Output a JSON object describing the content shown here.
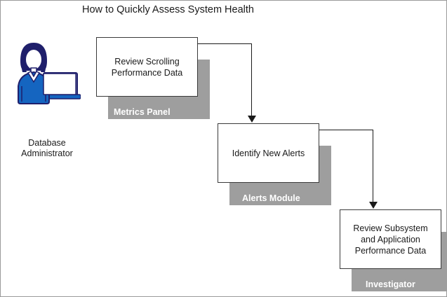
{
  "title": "How to Quickly Assess System Health",
  "actor": {
    "icon": "database-administrator-person-icon",
    "label_line1": "Database",
    "label_line2": "Administrator"
  },
  "nodes": [
    {
      "id": "metrics",
      "text_line1": "Review Scrolling",
      "text_line2": "Performance Data",
      "footer": "Metrics Panel"
    },
    {
      "id": "alerts",
      "text_line1": "Identify New Alerts",
      "text_line2": "",
      "footer": "Alerts Module"
    },
    {
      "id": "investigator",
      "text_line1": "Review Subsystem",
      "text_line2": "and Application",
      "text_line3": "Performance Data",
      "footer": "Investigator"
    }
  ],
  "colors": {
    "shadow": "#9e9e9e",
    "outline": "#3a3a3a",
    "connector": "#1a1a1a",
    "actor_dark": "#1f1f6b",
    "actor_blue": "#1565c0",
    "background": "#ffffff"
  }
}
